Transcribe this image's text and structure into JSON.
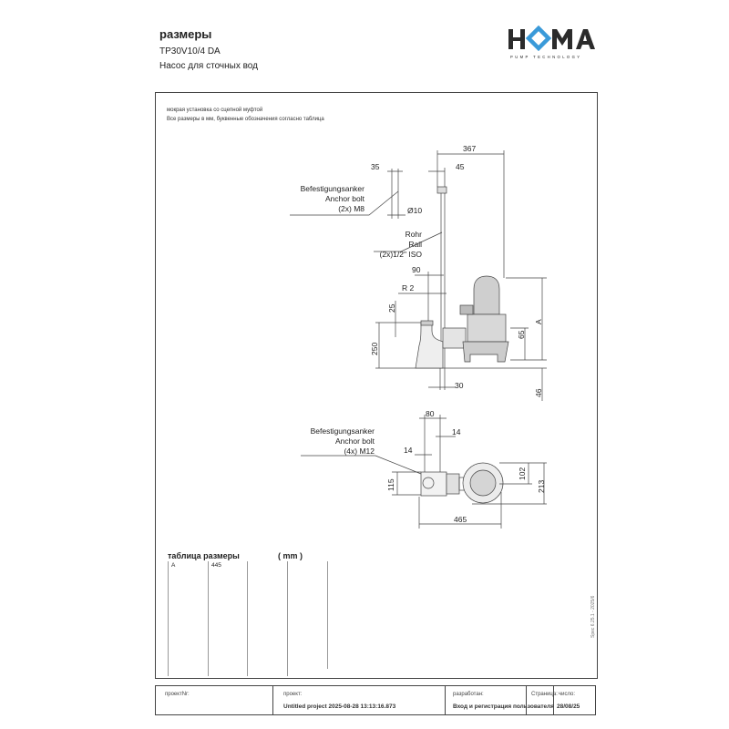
{
  "header": {
    "title": "размеры",
    "model": "TP30V10/4 DA",
    "description": "Насос для сточных вод"
  },
  "logo": {
    "brand": "HOMA",
    "tagline": "PUMP TECHNOLOGY",
    "accent": "#3a9ad9"
  },
  "notes": [
    "мокрая установка со сцепной муфтой",
    "Все размеры в мм, буквенные обозначения согласно таблица"
  ],
  "elevation": {
    "dim_367": "367",
    "dim_45": "45",
    "dim_35": "35",
    "anchor_label": [
      "Befestigungsanker",
      "Anchor bolt",
      "(2x) M8"
    ],
    "dim_d10": "Ø10",
    "rail_label": [
      "Rohr",
      "Rail",
      "(2x)1/2\" ISO"
    ],
    "dim_90": "90",
    "dim_r2": "R 2",
    "dim_25": "25",
    "dim_250": "250",
    "dim_a": "A",
    "dim_65": "65",
    "dim_46": "46",
    "dim_30": "30"
  },
  "plan": {
    "dim_80": "80",
    "dim_14a": "14",
    "dim_14b": "14",
    "anchor_label": [
      "Befestigungsanker",
      "Anchor bolt",
      "(4x) M12"
    ],
    "dim_115": "115",
    "dim_102": "102",
    "dim_213": "213",
    "dim_465": "465"
  },
  "dimension_table": {
    "title": "таблица размеры",
    "unit": "( mm )",
    "rows": [
      {
        "key": "A",
        "value": "445"
      }
    ]
  },
  "footer": {
    "project_no_label": "проектNr:",
    "project_label": "проект:",
    "project_value": "Untitled project 2025-08-28 13:13:16.873",
    "author_label": "разработан:",
    "author_value": "Вход и регистрация пользователя",
    "page_label": "Страница:",
    "date_label": "число:",
    "date_value": "28/08/25"
  },
  "side_code": "Spec 6.25.1 - 2025/6"
}
